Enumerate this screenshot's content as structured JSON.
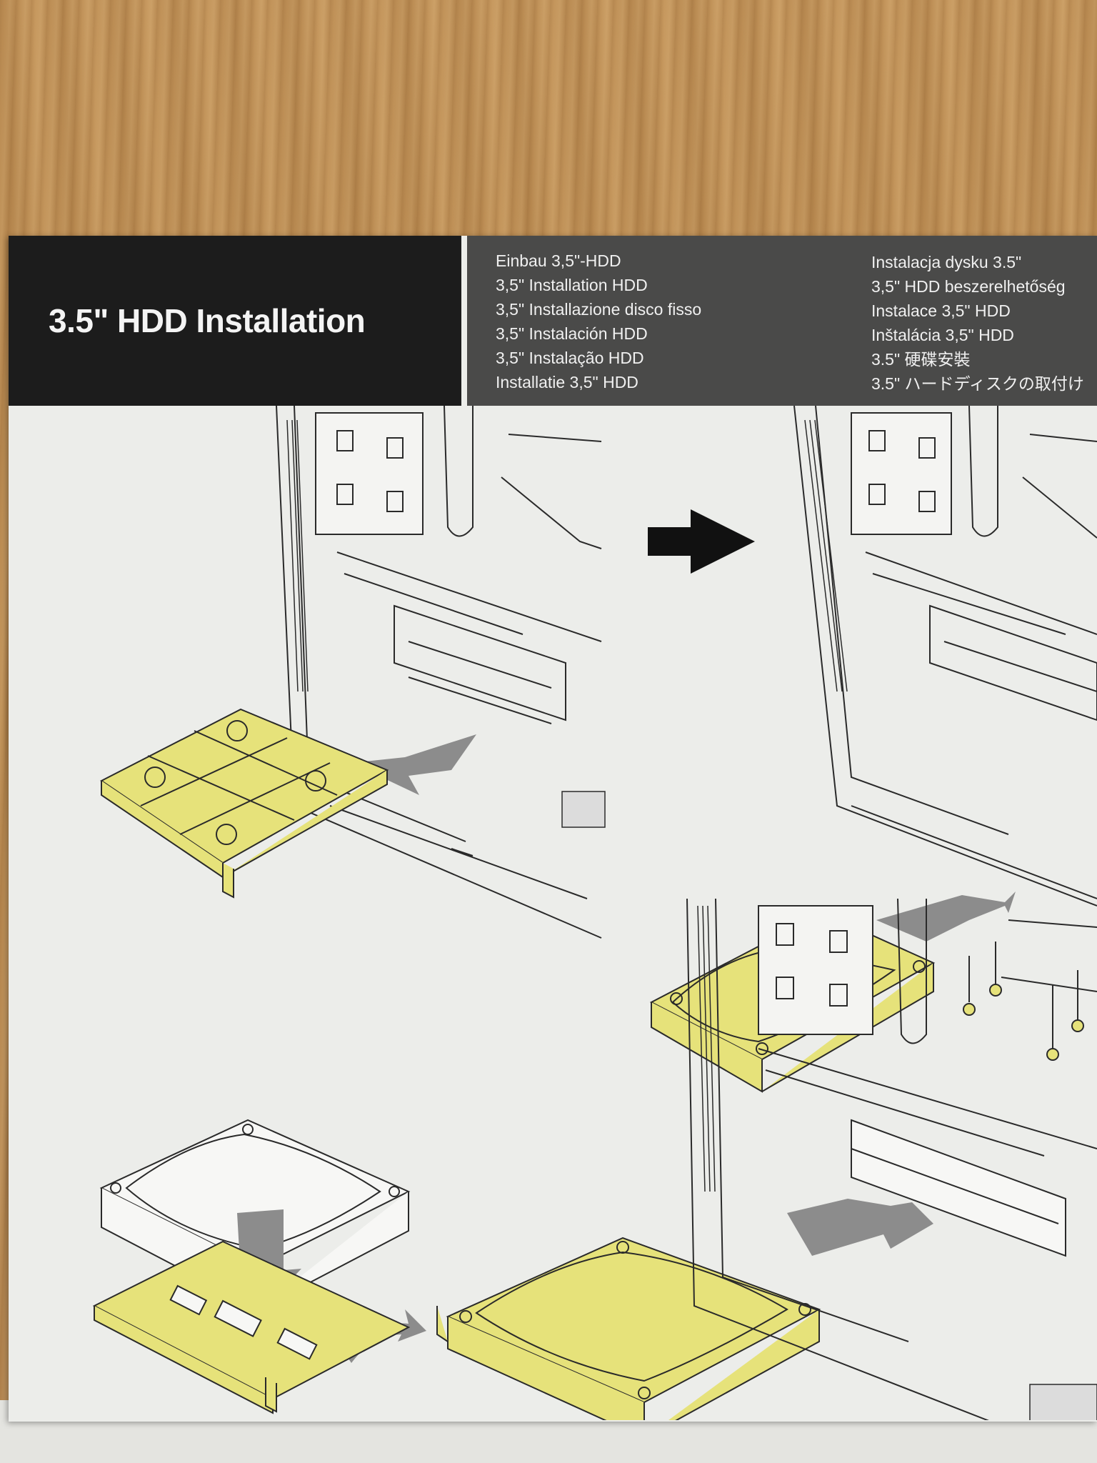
{
  "header": {
    "title": "3.5\" HDD Installation",
    "languages_col1": [
      "Einbau 3,5\"-HDD",
      "3,5\" Installation HDD",
      "3,5\" Installazione disco fisso",
      "3,5\" Instalación HDD",
      "3,5\" Instalação HDD",
      "Installatie 3,5\" HDD"
    ],
    "languages_col2": [
      "Instalacja dysku 3.5\"",
      "3,5\" HDD beszerelhetőség",
      "Instalace 3,5\" HDD",
      "Inštalácia 3,5\" HDD",
      "3.5\" 硬碟安裝",
      "3.5\" ハードディスクの取付け"
    ]
  },
  "colors": {
    "header_dark": "#1c1c1c",
    "header_gray": "#4a4a49",
    "part_highlight": "#e6e27a",
    "arrow_gray": "#8c8c8c",
    "page": "#ecedea"
  },
  "icons": [
    "right-arrow-icon"
  ]
}
